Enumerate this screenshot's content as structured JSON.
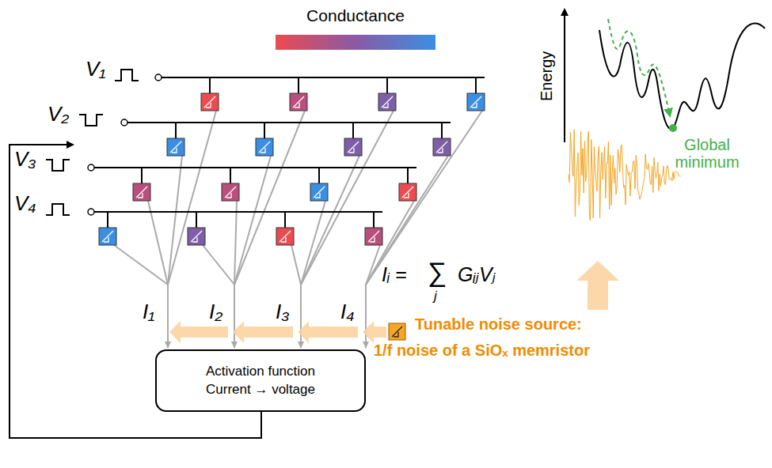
{
  "diagram": {
    "nodes": [
      {
        "text": [
          "Activation function",
          "Current → voltage"
        ]
      }
    ],
    "labels": [
      "Conductance",
      "V₁",
      "V₂",
      "V₃",
      "V₄",
      "I₁",
      "I₂",
      "I₃",
      "I₄",
      "Iᵢ =",
      "∑",
      "j",
      "GᵢⱼVⱼ",
      "Energy",
      "Global minimum",
      "Tunable noise source:",
      "1/f noise of a SiOₓ memristor"
    ]
  }
}
